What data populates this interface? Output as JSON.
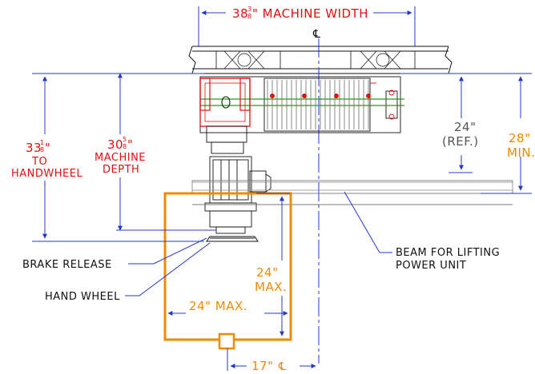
{
  "colors": {
    "red": "#e01010",
    "orange": "#f08a00",
    "blue": "#2438c8",
    "green": "#1aa01a",
    "black": "#111111"
  },
  "centerline_symbol": "℄",
  "dims": {
    "machine_width": {
      "num": "38",
      "frac_top": "3",
      "frac_bot": "8",
      "text": "\" MACHINE WIDTH"
    },
    "handwheel": {
      "num": "33",
      "frac_top": "1",
      "frac_bot": "8",
      "quote": "\"",
      "line2": "TO",
      "line3": "HANDWHEEL"
    },
    "machine_depth": {
      "num": "30",
      "frac_top": "5",
      "frac_bot": "8",
      "quote": "\"",
      "line2": "MACHINE",
      "line3": "DEPTH"
    },
    "ref": {
      "line1": "24\"",
      "line2": "(REF.)"
    },
    "min": {
      "line1": "28\"",
      "line2": "MIN."
    },
    "max_vert": {
      "line1": "24\"",
      "line2": "MAX."
    },
    "max_horiz": "24\" MAX.",
    "bottom": "17\""
  },
  "callouts": {
    "brake_release": "BRAKE RELEASE",
    "hand_wheel": "HAND WHEEL",
    "beam_line1": "BEAM FOR LIFTING",
    "beam_line2": "POWER UNIT"
  }
}
